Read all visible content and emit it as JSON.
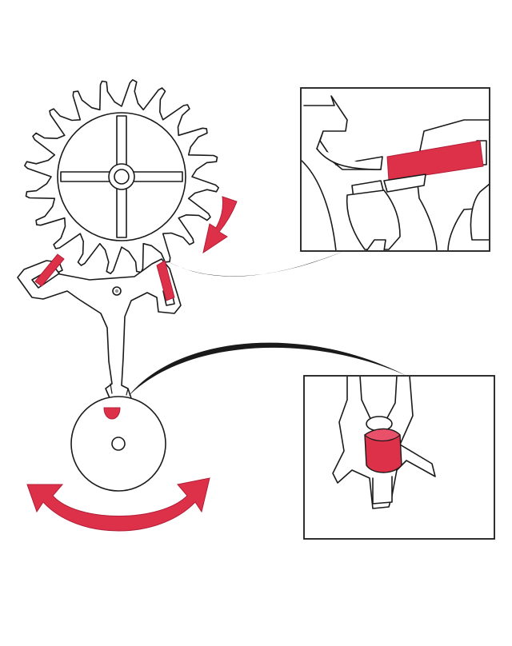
{
  "diagram": {
    "colors": {
      "accent": "#dd3049",
      "accent_dark": "#b21f37",
      "line": "#1a1a1a",
      "background": "#ffffff"
    },
    "components": {
      "escape_wheel": {
        "teeth": 20
      },
      "pallet_fork": {
        "jewels": 2
      },
      "balance_wheel": {
        "impulse_jewels": 1
      }
    },
    "motion": {
      "escape_wheel": "clockwise",
      "balance_wheel": "oscillating"
    },
    "insets": [
      "pallet-jewel-detail",
      "impulse-pin-detail"
    ]
  }
}
